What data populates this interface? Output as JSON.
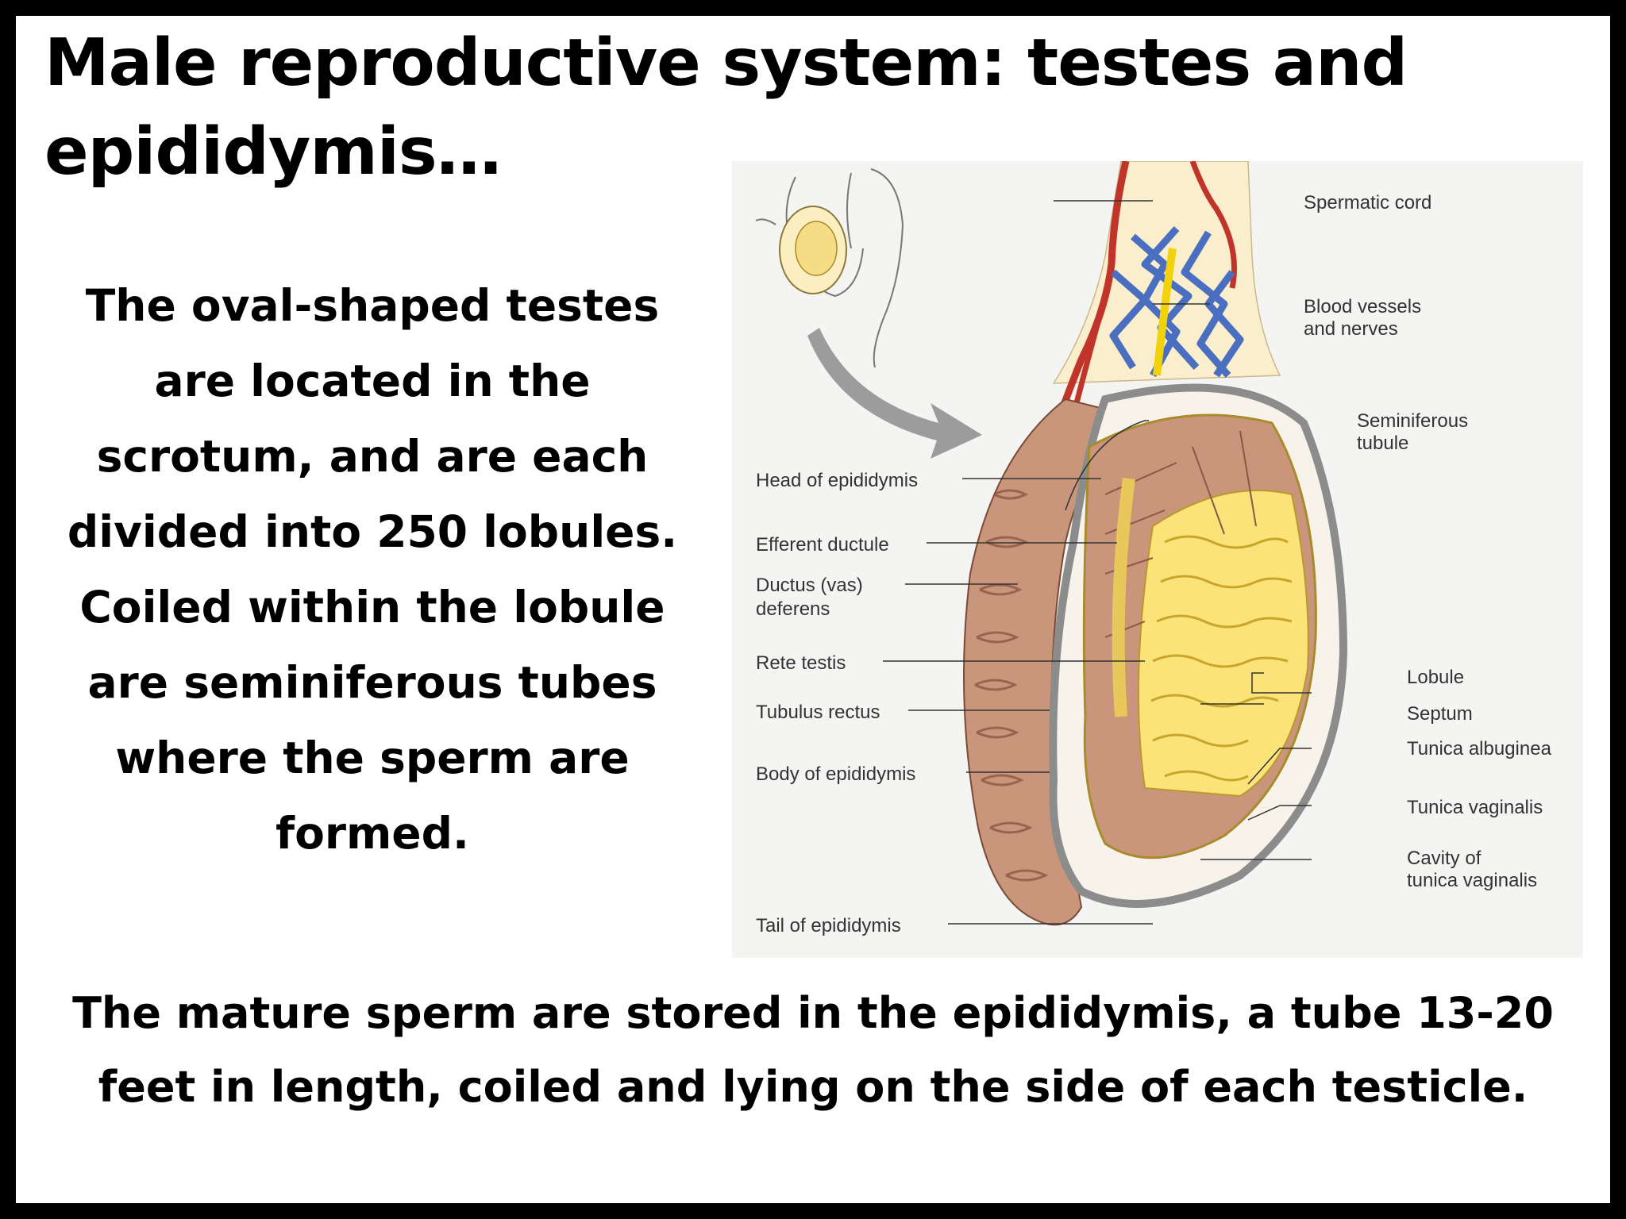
{
  "title": "Male reproductive system: testes and epididymis…",
  "left_text": "The oval-shaped testes are located in the scrotum, and are each divided into 250 lobules. Coiled within the lobule are seminiferous tubes where the sperm are formed.",
  "bottom_text": "The mature sperm are stored in the epididymis, a tube 13-20 feet in length, coiled and lying on the side of each testicle.",
  "diagram": {
    "labels": {
      "spermatic_cord": "Spermatic cord",
      "blood_vessels_1": "Blood vessels",
      "blood_vessels_2": "and nerves",
      "seminiferous_1": "Seminiferous",
      "seminiferous_2": "tubule",
      "head_epididymis": "Head of epididymis",
      "efferent_ductule": "Efferent ductule",
      "ductus_1": "Ductus (vas)",
      "ductus_2": "deferens",
      "rete_testis": "Rete testis",
      "tubulus_rectus": "Tubulus rectus",
      "body_epididymis": "Body of epididymis",
      "tail_epididymis": "Tail of epididymis",
      "lobule": "Lobule",
      "septum": "Septum",
      "tunica_albuginea": "Tunica albuginea",
      "tunica_vaginalis": "Tunica vaginalis",
      "cavity_1": "Cavity of",
      "cavity_2": "tunica vaginalis"
    }
  }
}
